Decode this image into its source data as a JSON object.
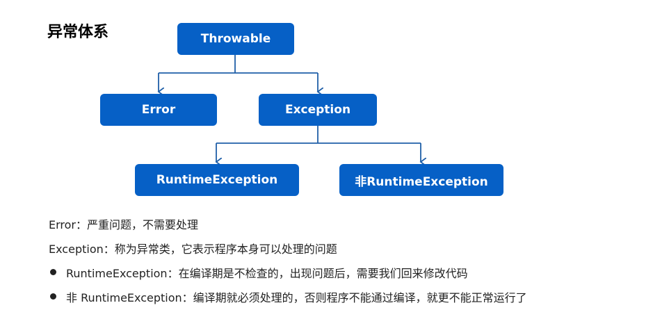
{
  "title": "异常体系",
  "nodes": {
    "throwable": "Throwable",
    "error": "Error",
    "exception": "Exception",
    "runtime": "RuntimeException",
    "non_runtime": "非RuntimeException"
  },
  "colors": {
    "node_fill": "#0660c6",
    "edge": "#1f5fa8"
  },
  "notes": {
    "error": "Error：严重问题，不需要处理",
    "exception": "Exception：称为异常类，它表示程序本身可以处理的问题",
    "runtime": "RuntimeException：在编译期是不检查的，出现问题后，需要我们回来修改代码",
    "non_runtime": "非 RuntimeException：编译期就必须处理的，否则程序不能通过编译，就更不能正常运行了"
  }
}
